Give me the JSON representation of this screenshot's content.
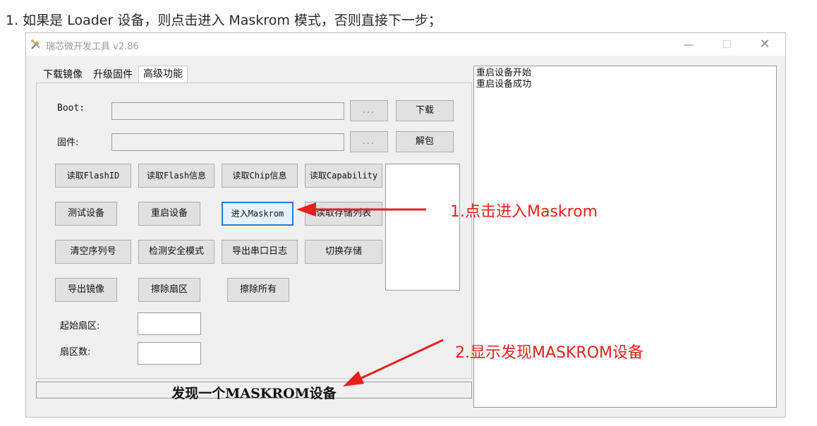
{
  "doc": {
    "step_text": "1. 如果是 Loader 设备，则点击进入 Maskrom 模式，否则直接下一步；"
  },
  "window": {
    "title": "瑞芯微开发工具 v2.86",
    "controls": {
      "minimize": "—",
      "maximize": "☐",
      "close": "✕"
    }
  },
  "tabs": [
    {
      "label": "下载镜像"
    },
    {
      "label": "升级固件"
    },
    {
      "label": "高级功能",
      "active": true
    }
  ],
  "form": {
    "boot_label": "Boot:",
    "boot_value": "",
    "firmware_label": "固件:",
    "firmware_value": "",
    "browse_label": "...",
    "download_label": "下载",
    "unpack_label": "解包",
    "start_sector_label": "起始扇区:",
    "start_sector_value": "",
    "sector_count_label": "扇区数:",
    "sector_count_value": ""
  },
  "buttons": {
    "read_flash_id": "读取FlashID",
    "read_flash_info": "读取Flash信息",
    "read_chip_info": "读取Chip信息",
    "read_capability": "读取Capability",
    "test_device": "测试设备",
    "reboot_device": "重启设备",
    "enter_maskrom": "进入Maskrom",
    "read_storage_list": "读取存储列表",
    "clear_serial": "清空序列号",
    "detect_secure_mode": "检测安全模式",
    "export_serial_log": "导出串口日志",
    "switch_storage": "切换存储",
    "export_image": "导出镜像",
    "erase_sector": "擦除扇区",
    "erase_all": "擦除所有"
  },
  "status": {
    "text": "发现一个MASKROM设备"
  },
  "log": {
    "lines": [
      "重启设备开始",
      "重启设备成功"
    ]
  },
  "annotations": {
    "step1": "1.点击进入Maskrom",
    "step2": "2.显示发现MASKROM设备",
    "color": "#e8201d"
  },
  "icons": {
    "app": "tools-icon"
  }
}
